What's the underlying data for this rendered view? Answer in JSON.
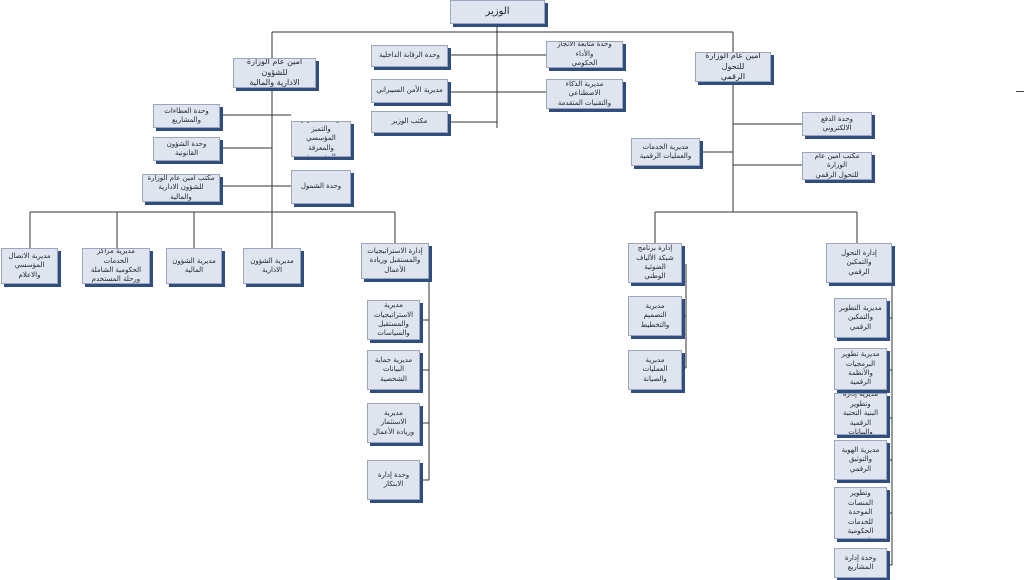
{
  "org_chart": {
    "minister": "الوزير",
    "center_units": [
      "وحدة الرقابة الداخلية",
      "مديرية الأمن السيبراني",
      "مكتب الوزير",
      "وحدة متابعة الانجاز والأداء\nالحكومي",
      "مديرية الذكاء الاصطناعي\nوالتقنيات المتقدمة"
    ],
    "admin_sg": {
      "title": "أمين عام الوزارة للشؤون\nالادارية والمالية",
      "left_units": [
        "وحدة العطاءات\nوالمشاريع",
        "وحدة الشؤون\nالقانونية",
        "مكتب أمين عام الوزارة\nللشؤون الادارية والمالية"
      ],
      "right_units": [
        "وحدة التطوير والتميز\nالمؤسسي والمعرفة\nالمؤسسية",
        "وحدة الشمول"
      ],
      "directorates": [
        "مديرية الاتصال\nالمؤسسي والاعلام",
        "مديرية مراكز الخدمات\nالحكومية الشاملة\nورحلة المستخدم",
        "مديرية الشؤون\nالمالية",
        "مديرية الشؤون\nالادارية",
        "إدارة الاستراتيجيات\nوالمستقبل وريادة الأعمال"
      ],
      "strategy_subunits": [
        "مديرية\nالاستراتيجيات\nوالمستقبل\nوالسياسات",
        "مديرية حماية\nالبيانات\nالشخصية",
        "مديرية الاستثمار\nوريادة الأعمال",
        "وحدة إدارة الابتكار"
      ]
    },
    "digital_sg": {
      "title": "أمين عام الوزارة للتحول\nالرقمي",
      "left_unit": "مديرية الخدمات\nوالعمليات الرقمية",
      "right_units": [
        "وحدة الدفع الالكتروني",
        "مكتب أمين عام الوزارة\nللتحول الرقمي"
      ],
      "fiber_dept": {
        "title": "إدارة برنامج\nشبكة الألياف\nالضوئية الوطني",
        "subunits": [
          "مديرية التصميم\nوالتخطيط",
          "مديرية العمليات\nوالصيانة"
        ]
      },
      "transformation_dept": {
        "title": "إدارة التحول والتمكين\nالرقمي",
        "subunits": [
          "مديرية التطوير\nوالتمكين الرقمي",
          "مديرية تطوير\nالبرمجيات والأنظمة\nالرقمية",
          "مديرية إدارة وتطوير\nالبنية التحتية\nالرقمية والبيانات",
          "مديرية الهوية\nوالتوثيق الرقمي",
          "مديرية إدارة وتطوير\nالمنصات الموحدة\nللخدمات الحكومية\nالرقمية",
          "وحدة إدارة المشاريع"
        ]
      }
    }
  }
}
